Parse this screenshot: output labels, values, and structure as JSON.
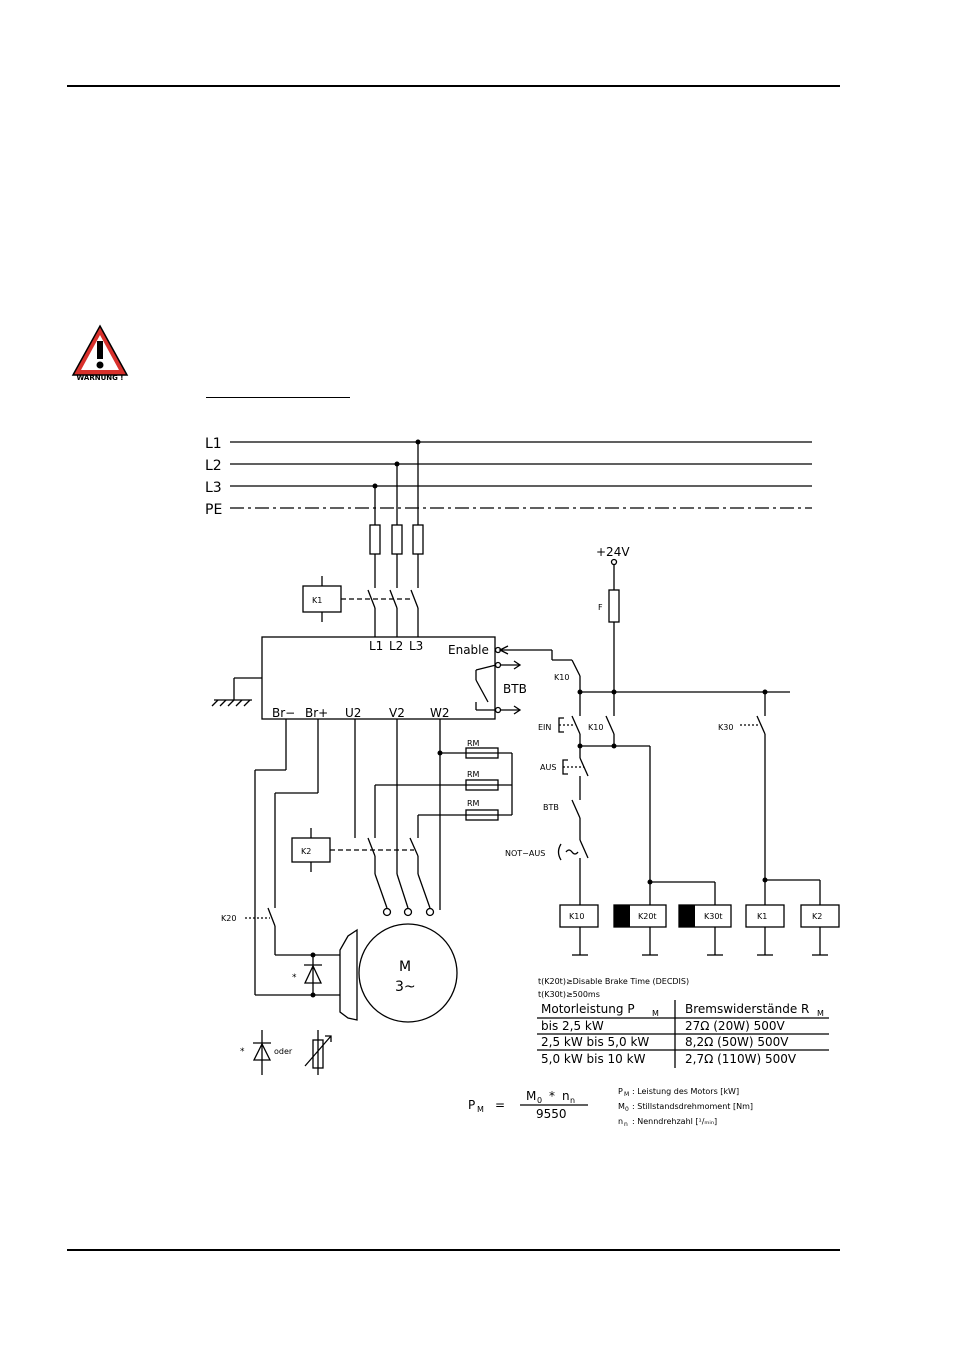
{
  "warning": {
    "label": "WARNUNG !"
  },
  "lines": {
    "l1": "L1",
    "l2": "L2",
    "l3": "L3",
    "pe": "PE"
  },
  "supply": {
    "v24": "+24V",
    "fuse": "F"
  },
  "drive": {
    "in_l1": "L1",
    "in_l2": "L2",
    "in_l3": "L3",
    "enable": "Enable",
    "btb": "BTB",
    "br_minus": "Br−",
    "br_plus": "Br+",
    "u2": "U2",
    "v2": "V2",
    "w2": "W2"
  },
  "components": {
    "k1": "K1",
    "k2": "K2",
    "k10": "K10",
    "k10b": "K10",
    "k20": "K20",
    "k30": "K30",
    "ein": "EIN",
    "aus": "AUS",
    "btb_contact": "BTB",
    "not_aus": "NOT−AUS",
    "rm1": "RM",
    "rm2": "RM",
    "rm3": "RM",
    "coil_k10": "K10",
    "coil_k20t": "K20t",
    "coil_k30t": "K30t",
    "coil_k1": "K1",
    "coil_k2": "K2",
    "motor_m": "M",
    "motor_type": "3~",
    "star1": "*",
    "star2": "*",
    "oder": "oder"
  },
  "notes": {
    "k20t": "t(K20t)≥Disable Brake Time (DECDIS)",
    "k30t": "t(K30t)≥500ms"
  },
  "table": {
    "headers": [
      "Motorleistung P",
      "Bremswiderstände R"
    ],
    "header_subs": [
      "M",
      "M"
    ],
    "rows": [
      [
        "bis 2,5 kW",
        "27Ω (20W) 500V"
      ],
      [
        "2,5 kW bis 5,0 kW",
        "8,2Ω (50W) 500V"
      ],
      [
        "5,0 kW bis 10 kW",
        "2,7Ω (110W) 500V"
      ]
    ]
  },
  "formula": {
    "lhs": "P",
    "lhs_sub": "M",
    "eq": "=",
    "num_m": "M",
    "num_m_sub": "0",
    "num_op": "*",
    "num_n": "n",
    "num_n_sub": "n",
    "den": "9550",
    "legend": [
      {
        "sym": "P",
        "sub": "M",
        "text": ": Leistung des Motors [kW]"
      },
      {
        "sym": "M",
        "sub": "0",
        "text": ": Stillstandsdrehmoment [Nm]"
      },
      {
        "sym": "n",
        "sub": "n",
        "text": ": Nenndrehzahl [¹/ₘᵢₙ]"
      }
    ]
  }
}
